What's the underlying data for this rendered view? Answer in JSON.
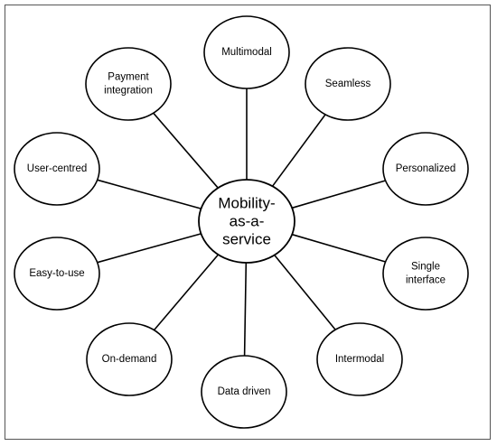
{
  "diagram": {
    "center": {
      "lines": [
        "Mobility-",
        "as-a-",
        "service"
      ]
    },
    "nodes": [
      {
        "id": "multimodal",
        "lines": [
          "Multimodal"
        ]
      },
      {
        "id": "seamless",
        "lines": [
          "Seamless"
        ]
      },
      {
        "id": "personalized",
        "lines": [
          "Personalized"
        ]
      },
      {
        "id": "single-interface",
        "lines": [
          "Single",
          "interface"
        ]
      },
      {
        "id": "intermodal",
        "lines": [
          "Intermodal"
        ]
      },
      {
        "id": "data-driven",
        "lines": [
          "Data driven"
        ]
      },
      {
        "id": "on-demand",
        "lines": [
          "On-demand"
        ]
      },
      {
        "id": "easy-to-use",
        "lines": [
          "Easy-to-use"
        ]
      },
      {
        "id": "user-centred",
        "lines": [
          "User-centred"
        ]
      },
      {
        "id": "payment-integration",
        "lines": [
          "Payment",
          "integration"
        ]
      }
    ],
    "colors": {
      "stroke": "#000000",
      "fill": "#ffffff",
      "frame": "#555555"
    }
  }
}
